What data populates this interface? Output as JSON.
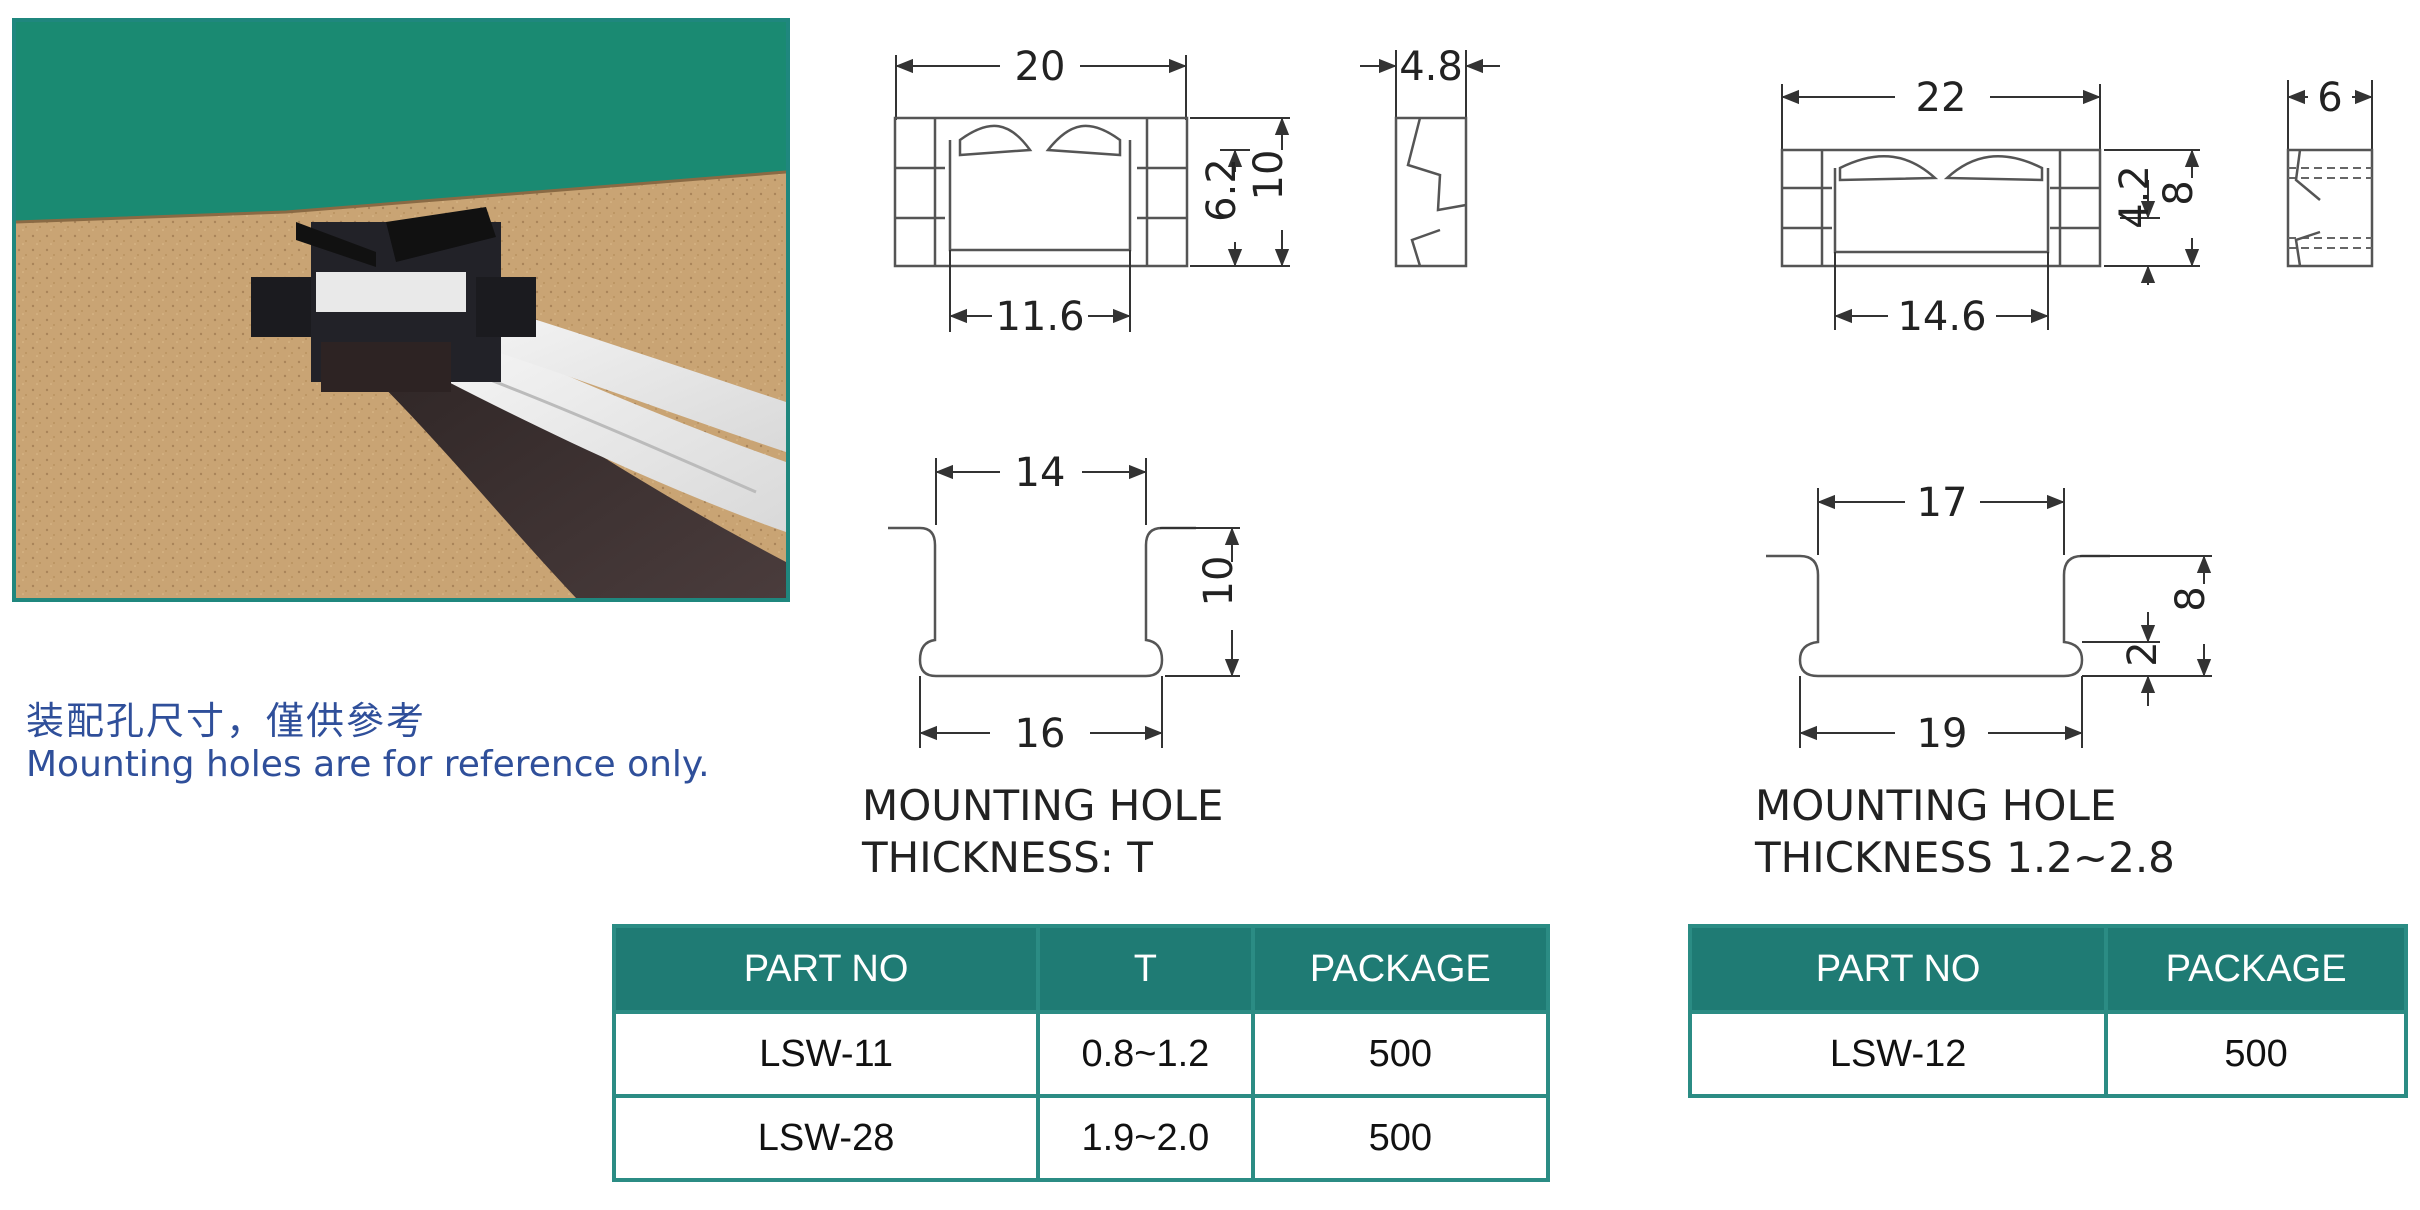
{
  "note": {
    "cn": "装配孔尺寸，僅供參考",
    "en": "Mounting holes are for reference only."
  },
  "drawing_left": {
    "dims": {
      "width": "20",
      "thickness": "4.8",
      "inner_height": "6.2",
      "height": "10",
      "inner_width": "11.6"
    },
    "hole": {
      "top": "14",
      "height": "10",
      "bottom": "16"
    },
    "caption_1": "MOUNTING HOLE",
    "caption_2": "THICKNESS: T"
  },
  "drawing_right": {
    "dims": {
      "width": "22",
      "thickness": "6",
      "inner_height": "4.2",
      "height": "8",
      "inner_width": "14.6"
    },
    "hole": {
      "top": "17",
      "height": "8",
      "step": "2",
      "bottom": "19"
    },
    "caption_1": "MOUNTING HOLE",
    "caption_2": "THICKNESS 1.2~2.8"
  },
  "table_left": {
    "headers": [
      "PART NO",
      "T",
      "PACKAGE"
    ],
    "rows": [
      [
        "LSW-11",
        "0.8~1.2",
        "500"
      ],
      [
        "LSW-28",
        "1.9~2.0",
        "500"
      ]
    ]
  },
  "table_right": {
    "headers": [
      "PART NO",
      "PACKAGE"
    ],
    "rows": [
      [
        "LSW-12",
        "500"
      ]
    ]
  },
  "colors": {
    "teal": "#1f7b74",
    "note_blue": "#2f4f9a"
  }
}
